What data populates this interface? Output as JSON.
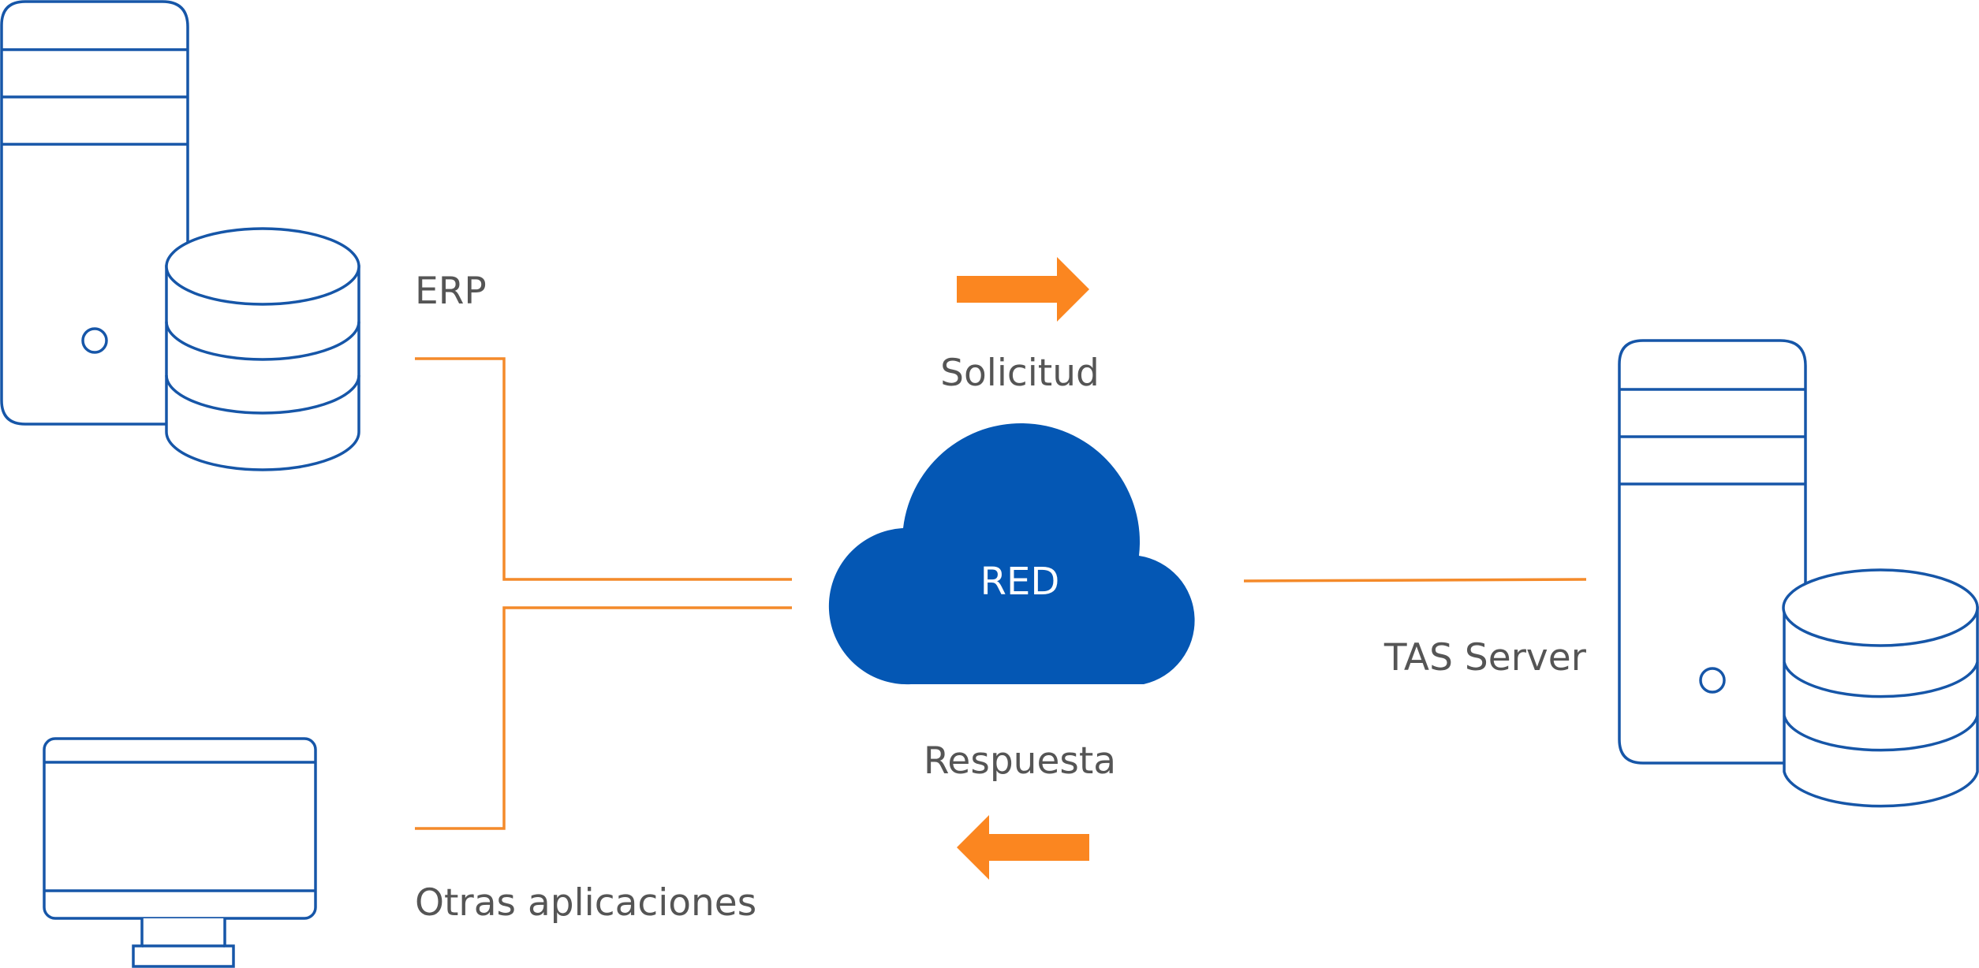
{
  "labels": {
    "erp": "ERP",
    "other_apps": "Otras aplicaciones",
    "request": "Solicitud",
    "response": "Respuesta",
    "network": "RED",
    "tas_server": "TAS Server"
  },
  "colors": {
    "outline": "#1656a8",
    "cloud": "#0457b4",
    "connector": "#f48a2a",
    "arrow": "#fb8620",
    "text": "#555555"
  },
  "icons": {
    "erp_server": "server-tower-with-database-icon",
    "tas_server": "server-tower-with-database-icon",
    "other_apps": "monitor-icon",
    "network": "cloud-icon",
    "request_arrow": "arrow-right-icon",
    "response_arrow": "arrow-left-icon"
  }
}
